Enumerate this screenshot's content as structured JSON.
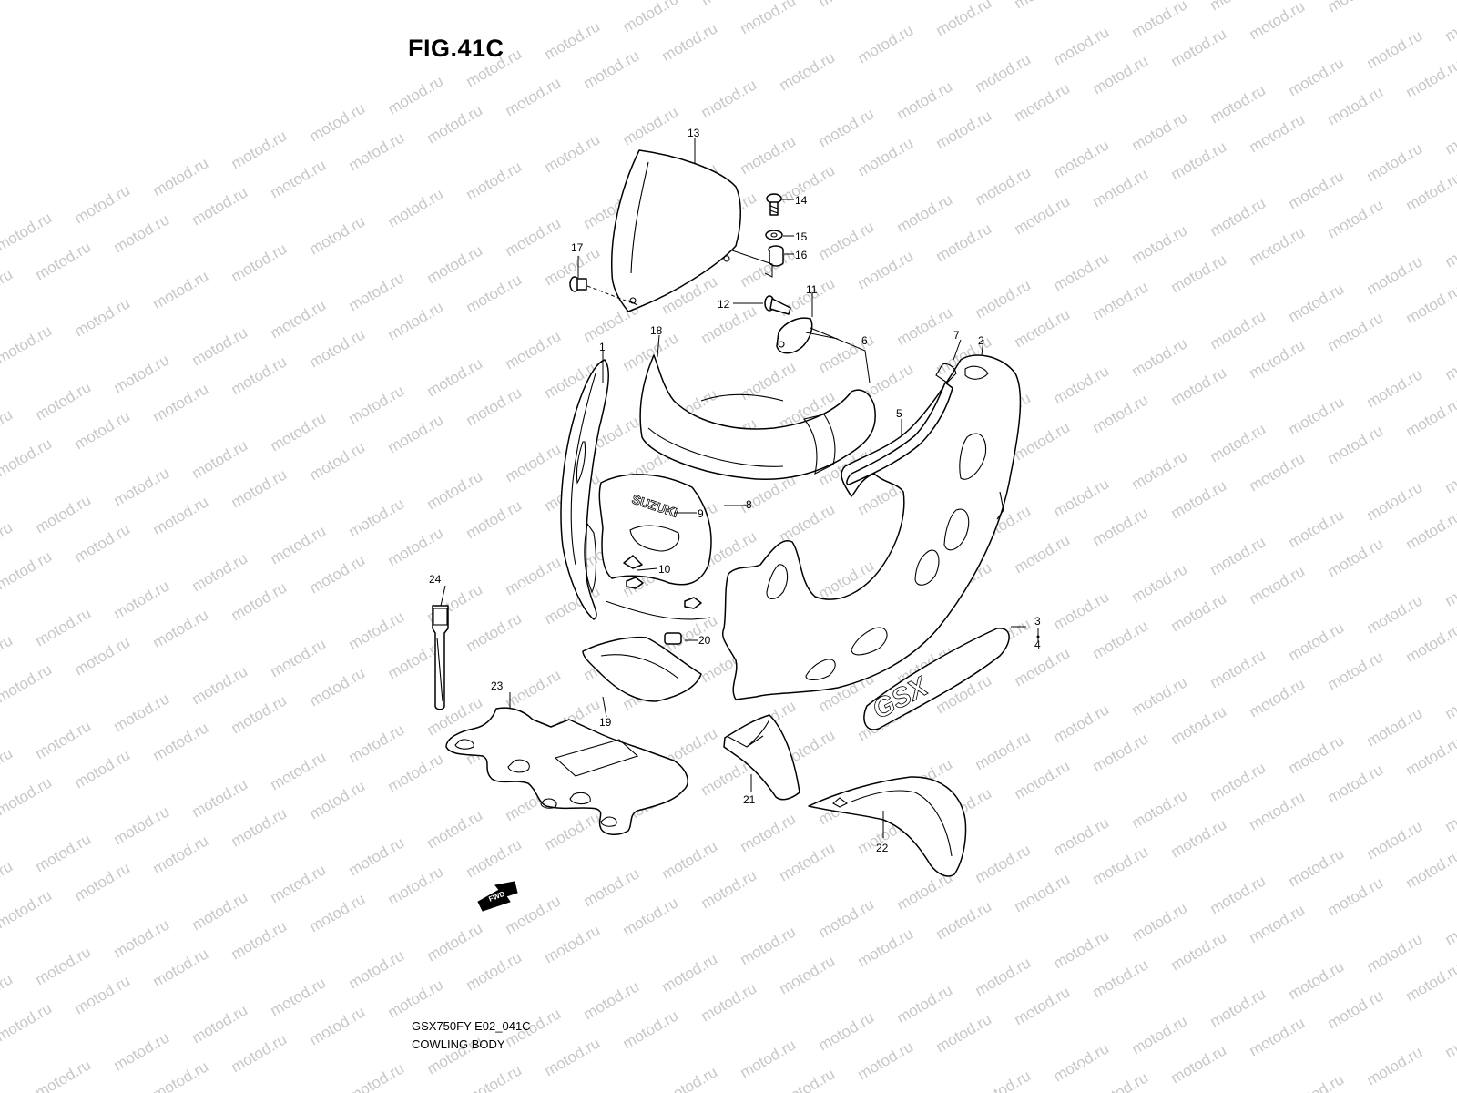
{
  "figure": {
    "title": "FIG.41C",
    "model_code": "GSX750FY E02_041C",
    "assembly_name": "COWLING BODY"
  },
  "watermark": {
    "text": "motod.ru",
    "color": "#c8c8c8"
  },
  "brand_marks": {
    "suzuki": "SUZUKI",
    "gsx": "GSX",
    "fwd": "FWD"
  },
  "callouts": [
    {
      "id": "1",
      "label": "1"
    },
    {
      "id": "2",
      "label": "2"
    },
    {
      "id": "3",
      "label": "3"
    },
    {
      "id": "4",
      "label": "4"
    },
    {
      "id": "5",
      "label": "5"
    },
    {
      "id": "6",
      "label": "6"
    },
    {
      "id": "7",
      "label": "7"
    },
    {
      "id": "8",
      "label": "8"
    },
    {
      "id": "9",
      "label": "9"
    },
    {
      "id": "10",
      "label": "10"
    },
    {
      "id": "11",
      "label": "11"
    },
    {
      "id": "12",
      "label": "12"
    },
    {
      "id": "13",
      "label": "13"
    },
    {
      "id": "14",
      "label": "14"
    },
    {
      "id": "15",
      "label": "15"
    },
    {
      "id": "16",
      "label": "16"
    },
    {
      "id": "17",
      "label": "17"
    },
    {
      "id": "18",
      "label": "18"
    },
    {
      "id": "19",
      "label": "19"
    },
    {
      "id": "20",
      "label": "20"
    },
    {
      "id": "21",
      "label": "21"
    },
    {
      "id": "22",
      "label": "22"
    },
    {
      "id": "23",
      "label": "23"
    },
    {
      "id": "24",
      "label": "24"
    }
  ]
}
